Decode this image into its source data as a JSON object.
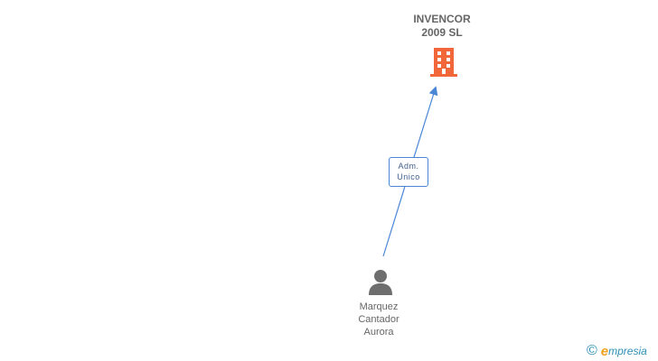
{
  "company": {
    "name_line1": "INVENCOR",
    "name_line2": "2009 SL",
    "icon": "building-icon",
    "color": "#f2673a"
  },
  "relation": {
    "label_line1": "Adm.",
    "label_line2": "Unico",
    "line_color": "#4a86d6"
  },
  "person": {
    "name_line1": "Marquez",
    "name_line2": "Cantador",
    "name_line3": "Aurora",
    "icon": "person-icon",
    "color": "#6e6e6e"
  },
  "footer": {
    "copyright_symbol": "©",
    "brand_initial": "e",
    "brand_rest": "mpresia",
    "brand_color": "#2d8fb5",
    "brand_accent": "#f0a01e"
  }
}
